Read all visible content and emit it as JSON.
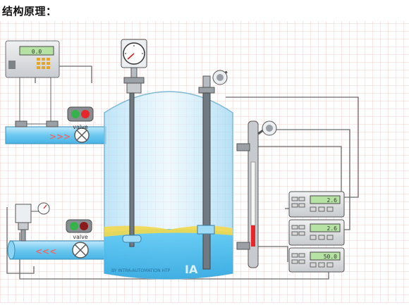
{
  "heading": "结构原理：",
  "labels": {
    "valve_top": "valve",
    "valve_bottom": "valve",
    "watermark": "IA",
    "watermark_text": "BY INTRA-AUTOMATION HTP"
  },
  "readouts": {
    "controller": "0.0",
    "display_1": "2.6",
    "display_2": "2.6",
    "display_3": "50.0"
  },
  "colors": {
    "liquid": "#4fc3f7",
    "foam": "#f2d84c",
    "pipe": "#7fd1f5",
    "grid": "#f5b8b8",
    "tank": "#bfe8fb",
    "signal_red": "#e3272a",
    "signal_green": "#36b24a",
    "display_green": "#b6e3a3"
  },
  "icons": [
    "pressure-gauge-icon",
    "float-switch-icon",
    "transmitter-head-icon",
    "magnetic-level-gauge-icon",
    "flow-arrow-icon",
    "valve-icon",
    "signal-light-icon"
  ]
}
